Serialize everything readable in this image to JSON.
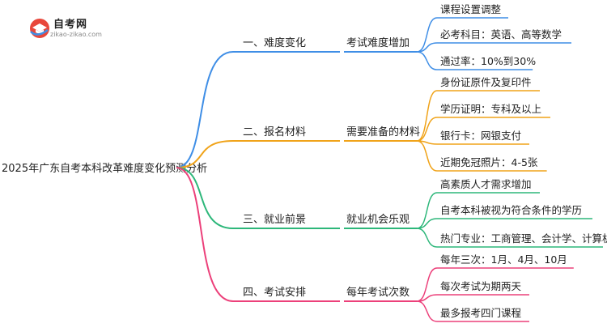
{
  "logo": {
    "title": "自考网",
    "url": "zikao-zikao.com"
  },
  "root": {
    "label": "2025年广东自考本科改革难度变化预测分析"
  },
  "branches": [
    {
      "label": "一、难度变化",
      "middle": "考试难度增加",
      "color": "#3f8ee6",
      "leaves": [
        "课程设置调整",
        "必考科目：英语、高等数学",
        "通过率：10%到30%"
      ]
    },
    {
      "label": "二、报名材料",
      "middle": "需要准备的材料",
      "color": "#f0a319",
      "leaves": [
        "身份证原件及复印件",
        "学历证明：专科及以上",
        "银行卡：网银支付",
        "近期免冠照片：4-5张"
      ]
    },
    {
      "label": "三、就业前景",
      "middle": "就业机会乐观",
      "color": "#2db77a",
      "leaves": [
        "高素质人才需求增加",
        "自考本科被视为符合条件的学历",
        "热门专业：工商管理、会计学、计算机科学"
      ]
    },
    {
      "label": "四、考试安排",
      "middle": "每年考试次数",
      "color": "#ec407a",
      "leaves": [
        "每年三次：1月、4月、10月",
        "每次考试为期两天",
        "最多报考四门课程"
      ]
    }
  ]
}
